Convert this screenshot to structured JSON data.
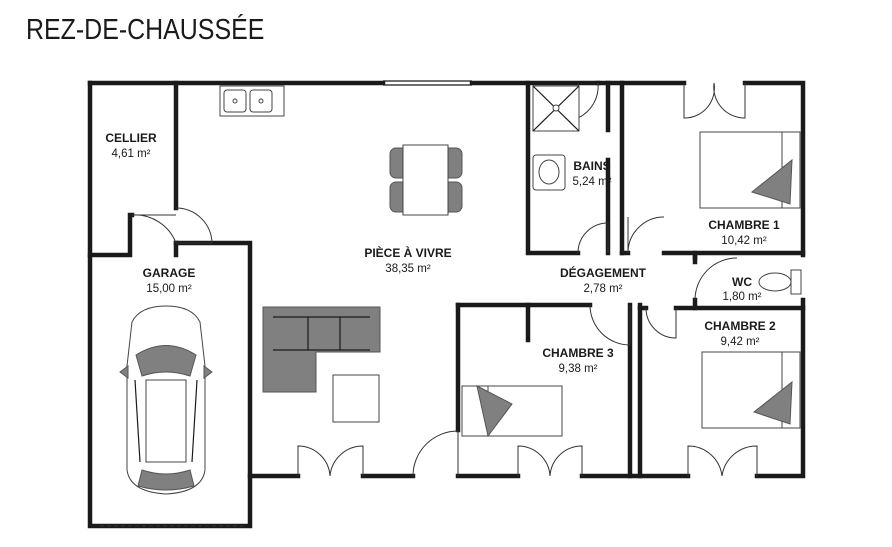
{
  "title": "REZ-DE-CHAUSSÉE",
  "rooms": {
    "cellier": {
      "name": "CELLIER",
      "area": "4,61 m²"
    },
    "garage": {
      "name": "GARAGE",
      "area": "15,00 m²"
    },
    "piece_a_vivre": {
      "name": "PIÈCE À VIVRE",
      "area": "38,35 m²"
    },
    "bains": {
      "name": "BAINS",
      "area": "5,24 m²"
    },
    "chambre1": {
      "name": "CHAMBRE 1",
      "area": "10,42 m²"
    },
    "degagement": {
      "name": "DÉGAGEMENT",
      "area": "2,78 m²"
    },
    "wc": {
      "name": "WC",
      "area": "1,80 m²"
    },
    "chambre2": {
      "name": "CHAMBRE 2",
      "area": "9,42 m²"
    },
    "chambre3": {
      "name": "CHAMBRE 3",
      "area": "9,38 m²"
    }
  }
}
